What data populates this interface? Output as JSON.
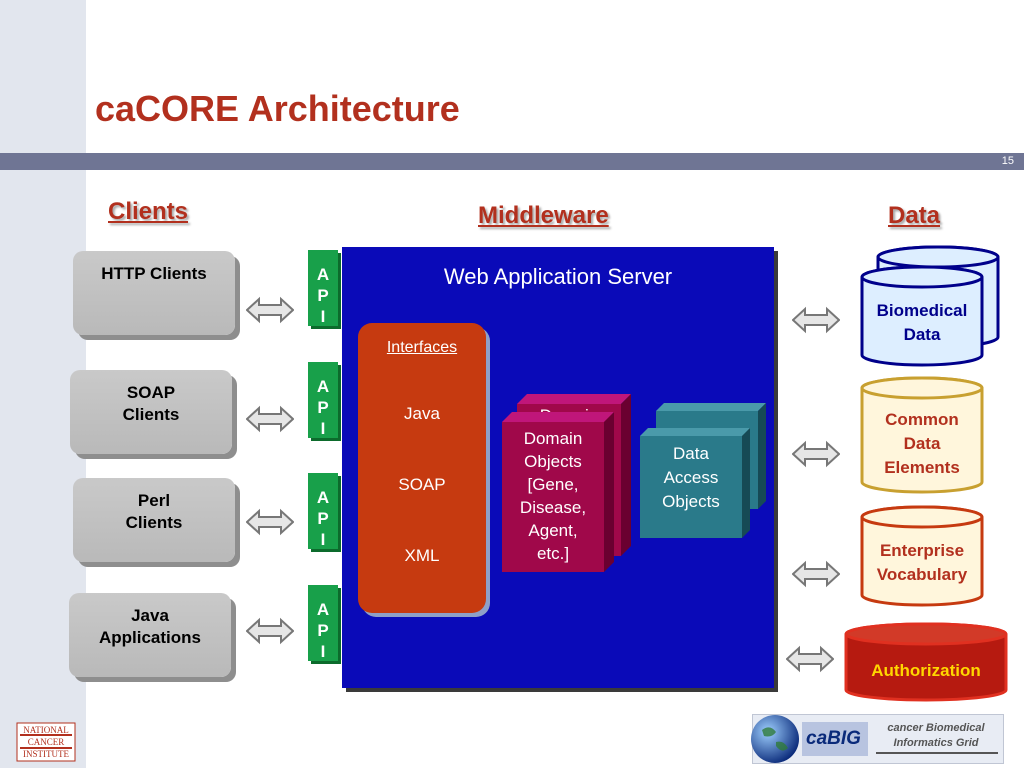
{
  "slide": {
    "title": "caCORE Architecture",
    "number": "15"
  },
  "headers": {
    "clients": "Clients",
    "middleware": "Middleware",
    "data": "Data"
  },
  "clients": [
    {
      "label": "HTTP Clients"
    },
    {
      "label": "SOAP\nClients"
    },
    {
      "label": "Perl\nClients"
    },
    {
      "label": "Java\nApplications"
    }
  ],
  "api_label": "A\nP\nI",
  "server": {
    "title": "Web Application Server",
    "interfaces": {
      "heading": "Interfaces",
      "items": [
        "Java",
        "SOAP",
        "XML"
      ]
    },
    "domain_objects": "Domain\nObjects\n[Gene,\nDisease,\nAgent,\netc.]",
    "domain_back": "Domain",
    "data_access": "Data\nAccess\nObjects"
  },
  "data_stores": [
    {
      "label": "Biomedical\nData"
    },
    {
      "label": "Common\nData\nElements"
    },
    {
      "label": "Enterprise\nVocabulary"
    },
    {
      "label": "Authorization"
    }
  ],
  "footer": {
    "nci_logo": "NATIONAL CANCER INSTITUTE",
    "cabig": "caBIG",
    "cabig_line1": "cancer Biomedical",
    "cabig_line2": "Informatics Grid"
  },
  "colors": {
    "title": "#b2301e",
    "api": "#18a04a",
    "server": "#0a0ab8",
    "interfaces": "#c63a10",
    "domain": "#a0084a",
    "data_access": "#2a7a8a"
  }
}
